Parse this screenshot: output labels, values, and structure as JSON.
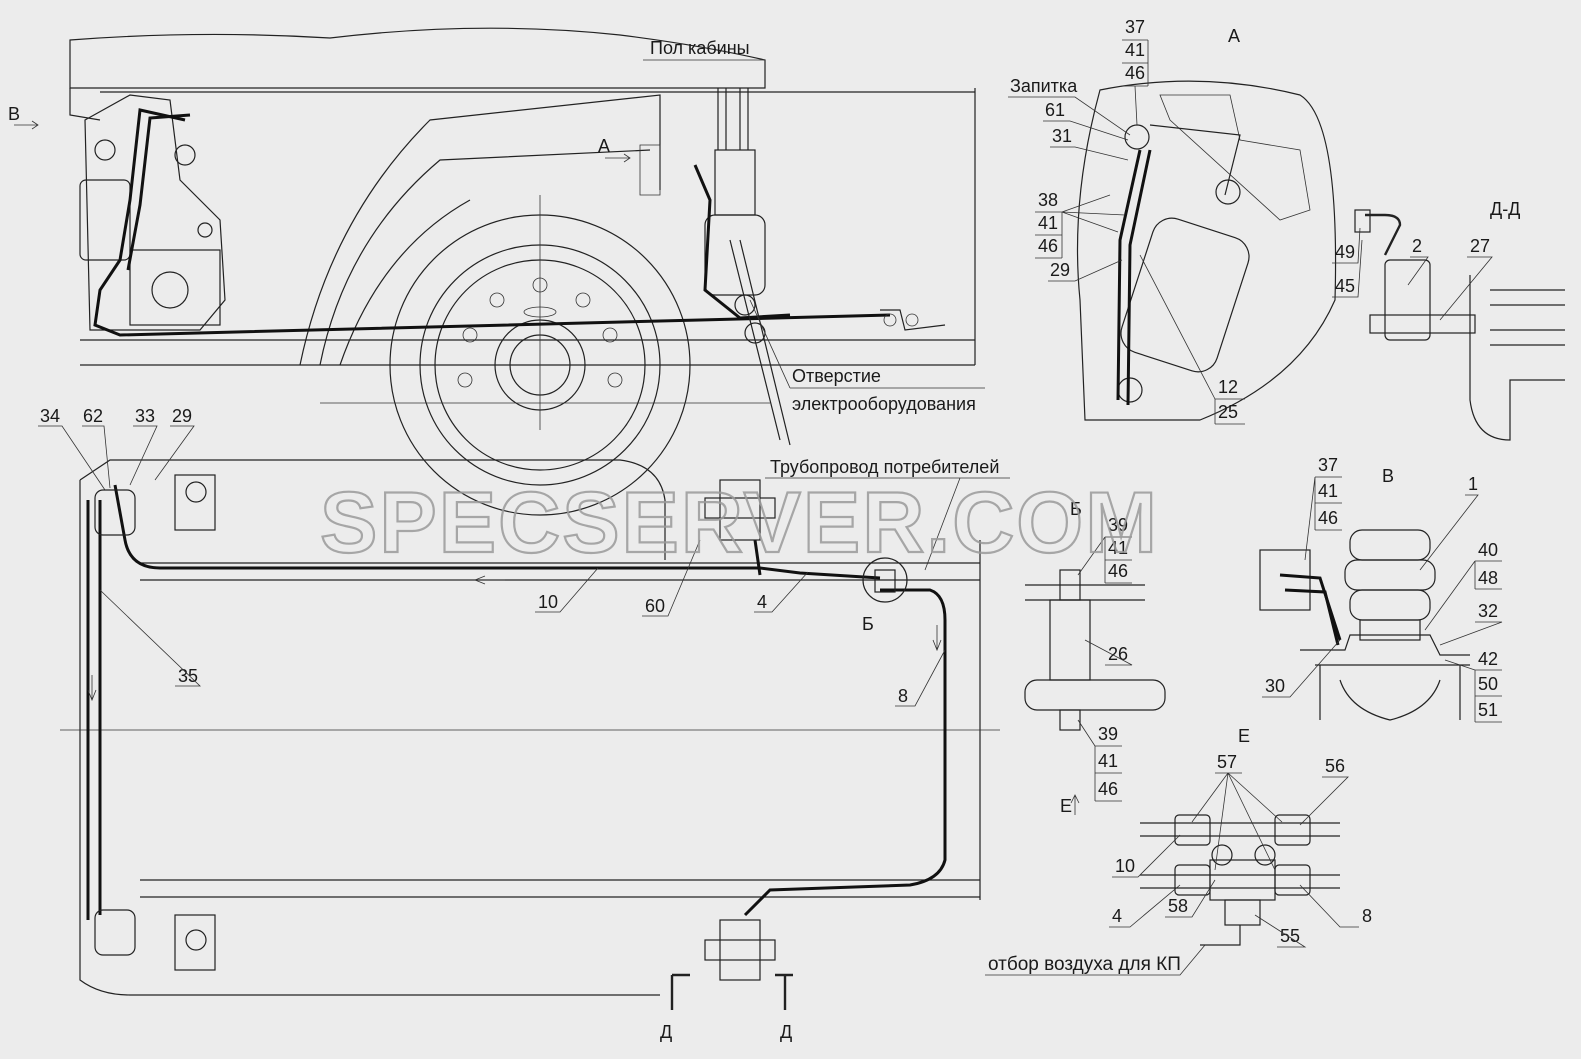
{
  "views": {
    "A": "А",
    "B": "Б",
    "V": "В",
    "D": "Д",
    "E": "Е",
    "DD": "Д-Д"
  },
  "callouts": {
    "cab_floor": "Пол кабины",
    "hole_line1": "Отверстие",
    "hole_line2": "электрооборудования",
    "consumer_pipe": "Трубопровод потребителей",
    "seal": "Запитка",
    "air_takeoff": "отбор воздуха для КП"
  },
  "numbers": {
    "n1": "1",
    "n2": "2",
    "n4": "4",
    "n8": "8",
    "n10": "10",
    "n12": "12",
    "n25": "25",
    "n26": "26",
    "n27": "27",
    "n29": "29",
    "n30": "30",
    "n31": "31",
    "n32": "32",
    "n33": "33",
    "n34": "34",
    "n35": "35",
    "n37": "37",
    "n38": "38",
    "n39": "39",
    "n40": "40",
    "n41": "41",
    "n42": "42",
    "n45": "45",
    "n46": "46",
    "n48": "48",
    "n49": "49",
    "n50": "50",
    "n51": "51",
    "n55": "55",
    "n56": "56",
    "n57": "57",
    "n58": "58",
    "n60": "60",
    "n61": "61",
    "n62": "62"
  },
  "watermark": "SPECSERVER.COM"
}
